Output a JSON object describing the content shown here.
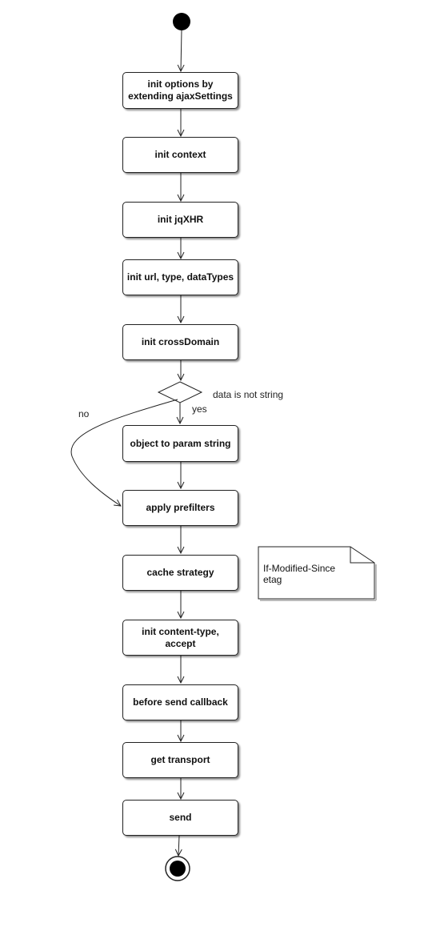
{
  "steps": [
    "init options by\nextending ajaxSettings",
    "init context",
    "init jqXHR",
    "init url, type, dataTypes",
    "init crossDomain",
    "object to param string",
    "apply prefilters",
    "cache strategy",
    "init content-type,\naccept",
    "before send callback",
    "get transport",
    "send"
  ],
  "decision": {
    "condition": "data is not string",
    "yes": "yes",
    "no": "no"
  },
  "note": "If-Modified-Since\netag"
}
